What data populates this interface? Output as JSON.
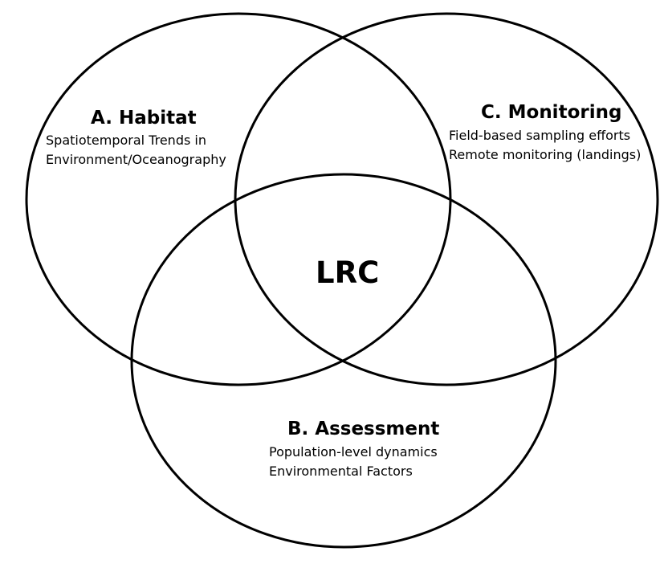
{
  "diagram": {
    "type": "venn",
    "center": "LRC",
    "circles": [
      {
        "id": "habitat",
        "title": "A. Habitat",
        "lines": [
          "Spatiotemporal Trends in",
          "Environment/Oceanography"
        ]
      },
      {
        "id": "assessment",
        "title": "B. Assessment",
        "lines": [
          "Population-level dynamics",
          "Environmental Factors"
        ]
      },
      {
        "id": "monitoring",
        "title": "C. Monitoring",
        "lines": [
          "Field-based sampling efforts",
          "Remote monitoring (landings)"
        ]
      }
    ],
    "colors": {
      "stroke": "#000000",
      "background": "#ffffff"
    }
  }
}
